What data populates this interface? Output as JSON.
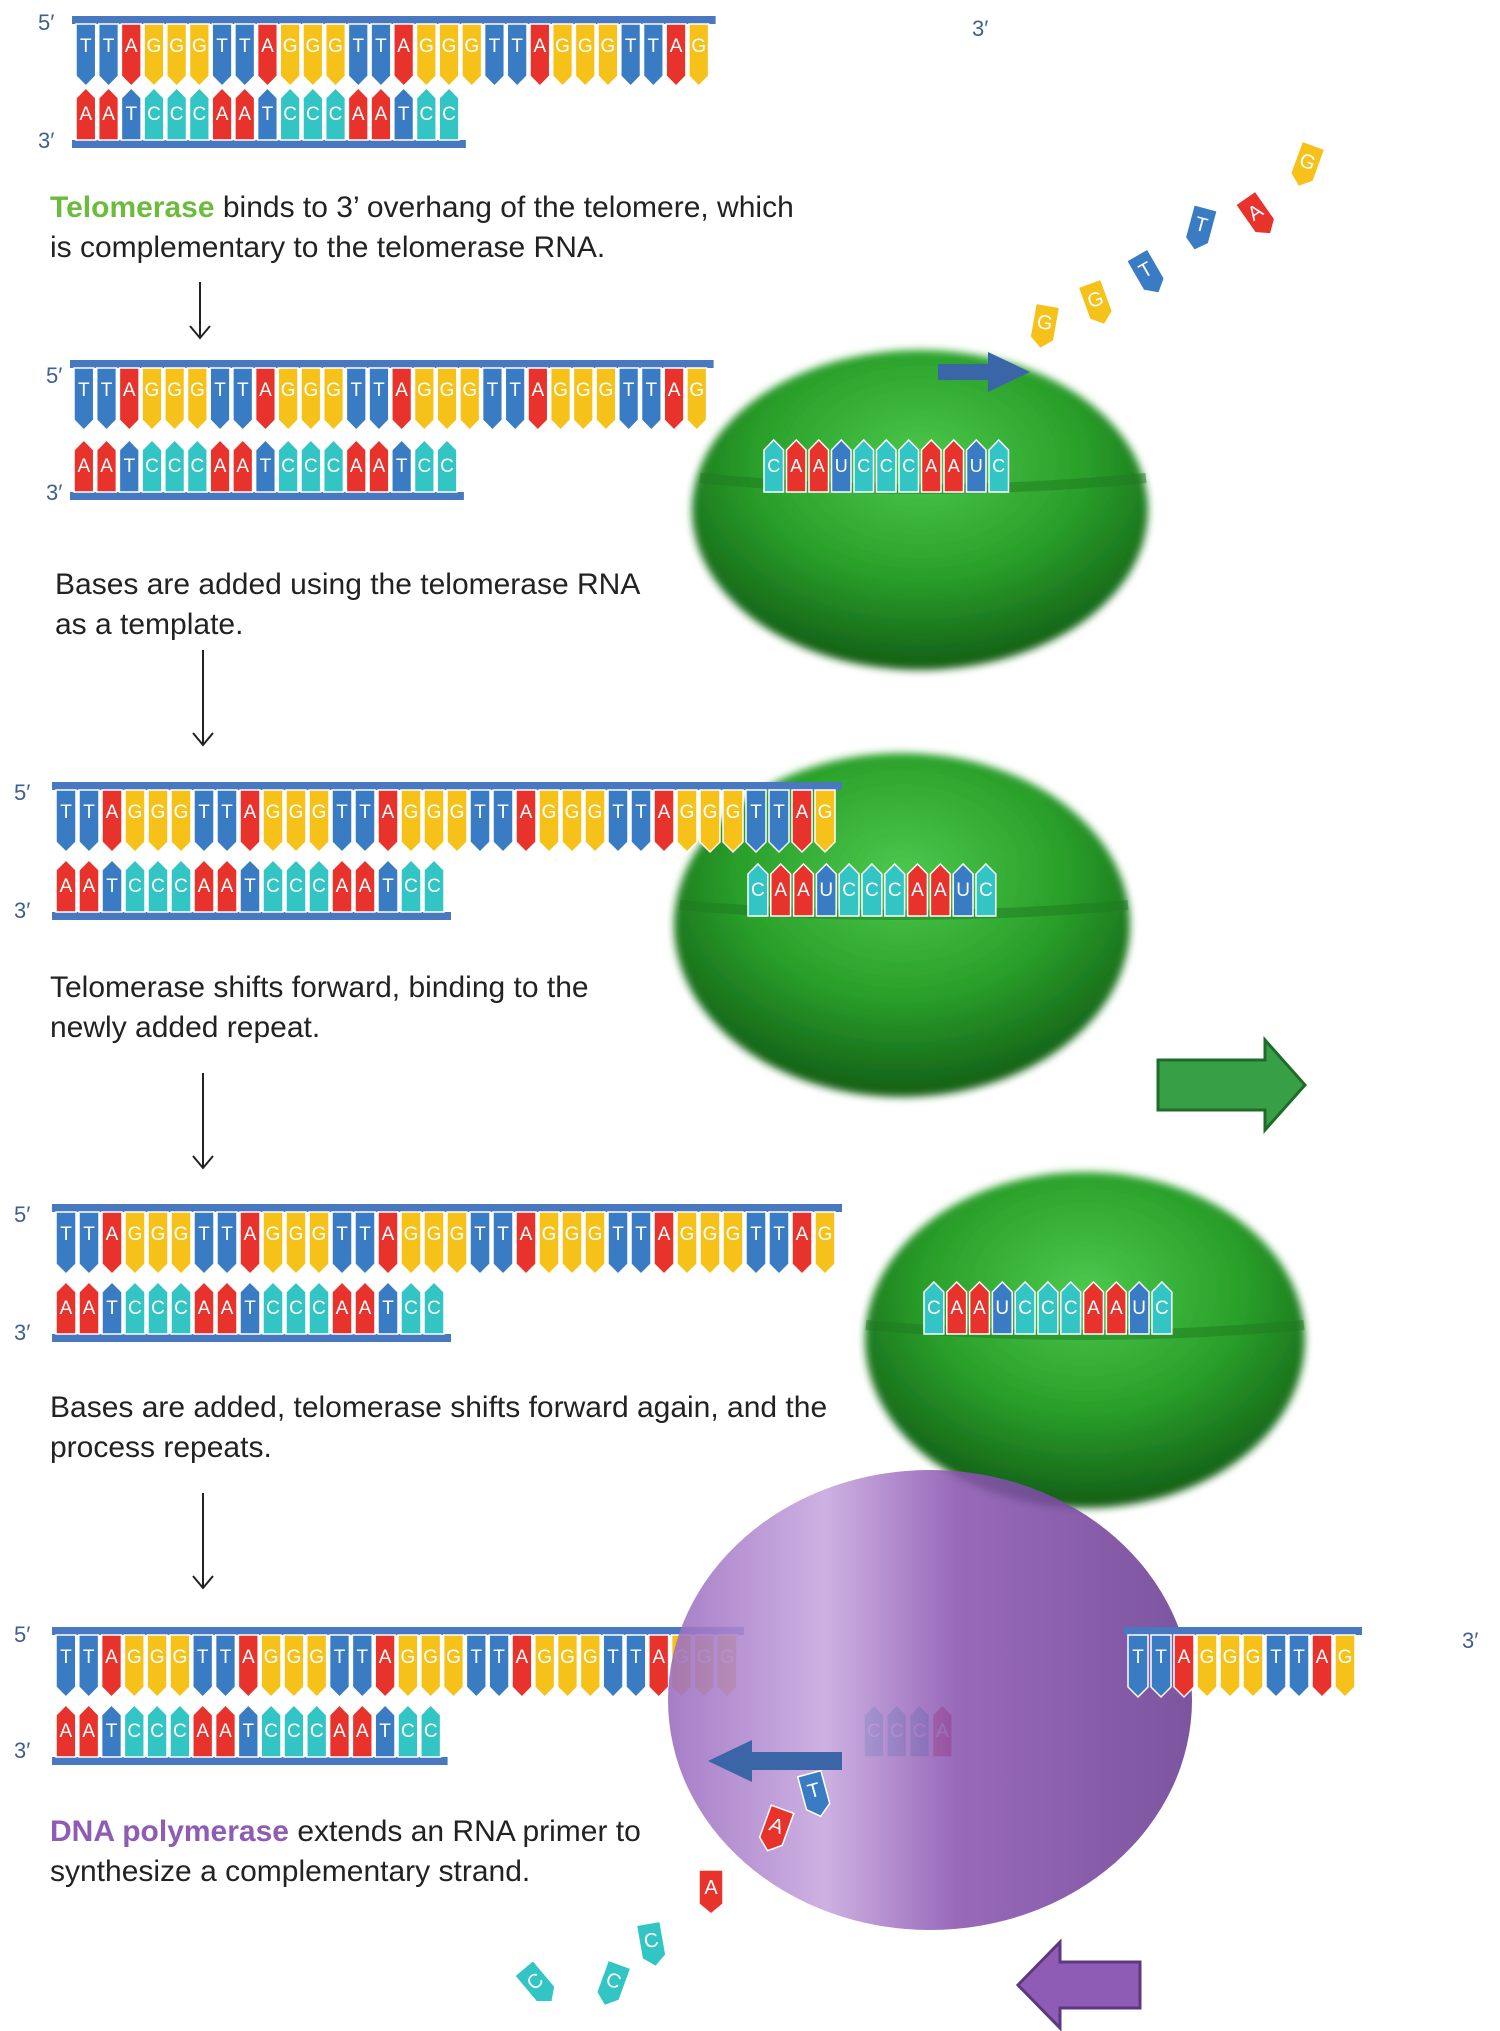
{
  "colors": {
    "T": "#3a7cc4",
    "A": "#e8322c",
    "G": "#f6c21a",
    "C": "#33c4c4",
    "U": "#3a7cc4",
    "backbone": "#4878c0",
    "telomerase": "#2f9f2f",
    "polymerase": "#9d6fba"
  },
  "strand_labels": {
    "five": "5′",
    "three": "3′"
  },
  "steps": [
    {
      "top_strand": "TTAGGGTTAGGGTTAGGGTTAGGGTTAG",
      "bottom_strand": "AATCCCAATCCCAATCC",
      "caption_highlight": "Telomerase",
      "caption_text": " binds to 3’ overhang of the telomere, which is complementary to the telomerase RNA.",
      "free_nucleotides": [
        "G",
        "G",
        "T",
        "T",
        "A",
        "G"
      ]
    },
    {
      "top_strand": "TTAGGGTTAGGGTTAGGGTTAGGGTTAG",
      "bottom_strand": "AATCCCAATCCCAATCC",
      "rna_template": "CAAUCCCAAUC",
      "caption_text": "Bases are added using the telomerase RNA as a template."
    },
    {
      "top_strand": "TTAGGGTTAGGGTTAGGGTTAGGGTTAGGGTTAG",
      "bottom_strand": "AATCCCAATCCCAATCC",
      "rna_template": "CAAUCCCAAUC",
      "caption_text": "Telomerase shifts forward, binding to the newly added repeat."
    },
    {
      "top_strand": "TTAGGGTTAGGGTTAGGGTTAGGGTTAGGGTTAG",
      "bottom_strand": "AATCCCAATCCCAATCC",
      "rna_template": "CAAUCCCAAUC",
      "caption_text": "Bases are added, telomerase shifts forward again, and the process repeats."
    },
    {
      "top_strand": "TTAGGGTTAGGGTTAGGGTTAGGGTTAGGG",
      "top_strand_right": "TTAGGGTTAG",
      "bottom_strand": "AATCCCAATCCCAATCC",
      "new_bottom": "CCCA",
      "caption_highlight": "DNA polymerase",
      "caption_text": " extends an RNA primer to synthesize a complementary strand.",
      "free_nucleotides": [
        "T",
        "A",
        "A",
        "C",
        "C",
        "C"
      ]
    }
  ]
}
